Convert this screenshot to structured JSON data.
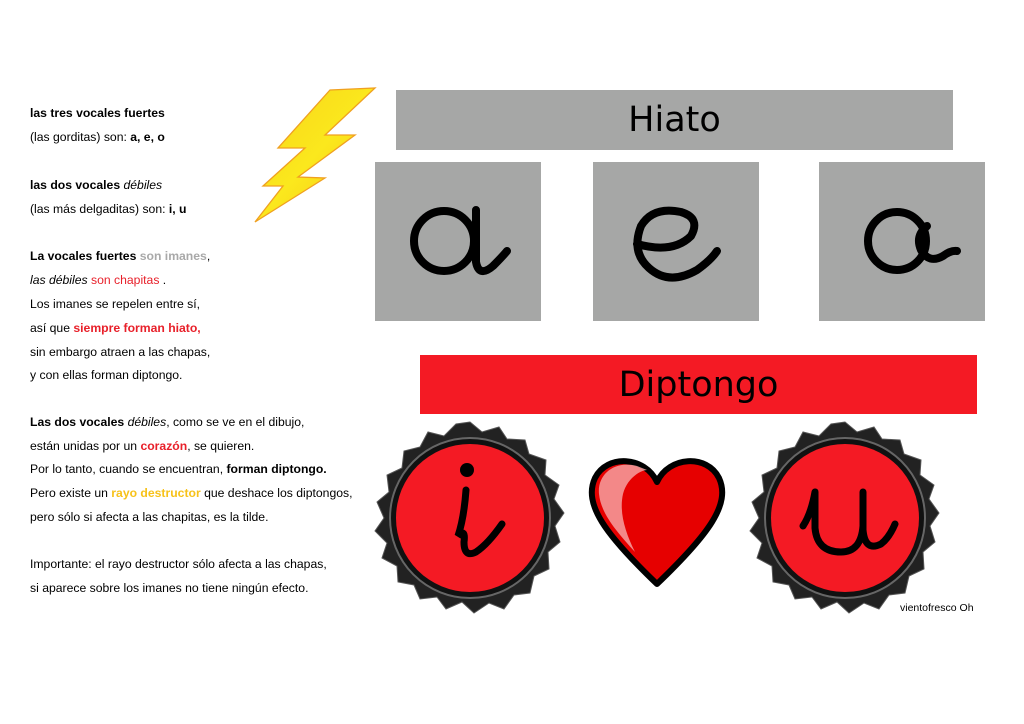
{
  "left_text": {
    "p1": {
      "l1": "las tres vocales fuertes",
      "l2_a": "(las  gorditas) son: ",
      "l2_b": "a, e, o"
    },
    "p2": {
      "l1_a": "las dos vocales ",
      "l1_b": "débiles",
      "l2_a": "(las más delgaditas) son: ",
      "l2_b": "i, u"
    },
    "p3": {
      "l1_a": "La vocales fuertes ",
      "l1_b": "son imanes",
      "l1_c": ",",
      "l2_a": "las débiles",
      "l2_b": " son chapitas",
      "l2_c": " .",
      "l3": "Los imanes se repelen entre sí,",
      "l4_a": "así que ",
      "l4_b": "siempre forman hiato,",
      "l5": "sin embargo atraen a las chapas,",
      "l6": "y con ellas forman diptongo."
    },
    "p4": {
      "l1_a": "Las dos vocales ",
      "l1_b": "débiles",
      "l1_c": ", como se ve en el dibujo,",
      "l2_a": "están unidas por un ",
      "l2_b": "corazón",
      "l2_c": ", se quieren.",
      "l3_a": "Por lo tanto, cuando se encuentran, ",
      "l3_b": "forman diptongo.",
      "l4_a": "Pero existe un ",
      "l4_b": "rayo destructor",
      "l4_c": " que deshace los diptongos,",
      "l5": "pero sólo si afecta a las chapitas, es la tilde."
    },
    "p5": {
      "l1": "Importante: el rayo destructor sólo afecta a las chapas,",
      "l2": "si aparece sobre los imanes no tiene ningún efecto."
    }
  },
  "hiato": {
    "title": "Hiato",
    "vowels": [
      "a",
      "e",
      "o"
    ],
    "color": "#a6a7a6"
  },
  "diptongo": {
    "title": "Diptongo",
    "vowels": [
      "i",
      "u"
    ],
    "color": "#f41a24"
  },
  "icons": {
    "lightning": "lightning-bolt-icon",
    "heart": "heart-icon",
    "bottle_cap": "bottle-cap-icon"
  },
  "colors": {
    "gray_text": "#a9a9a9",
    "red_text": "#e8202a",
    "yellow_text": "#f7c21a",
    "cap_red": "#f41a24"
  },
  "credit": "vientofresco Oh"
}
